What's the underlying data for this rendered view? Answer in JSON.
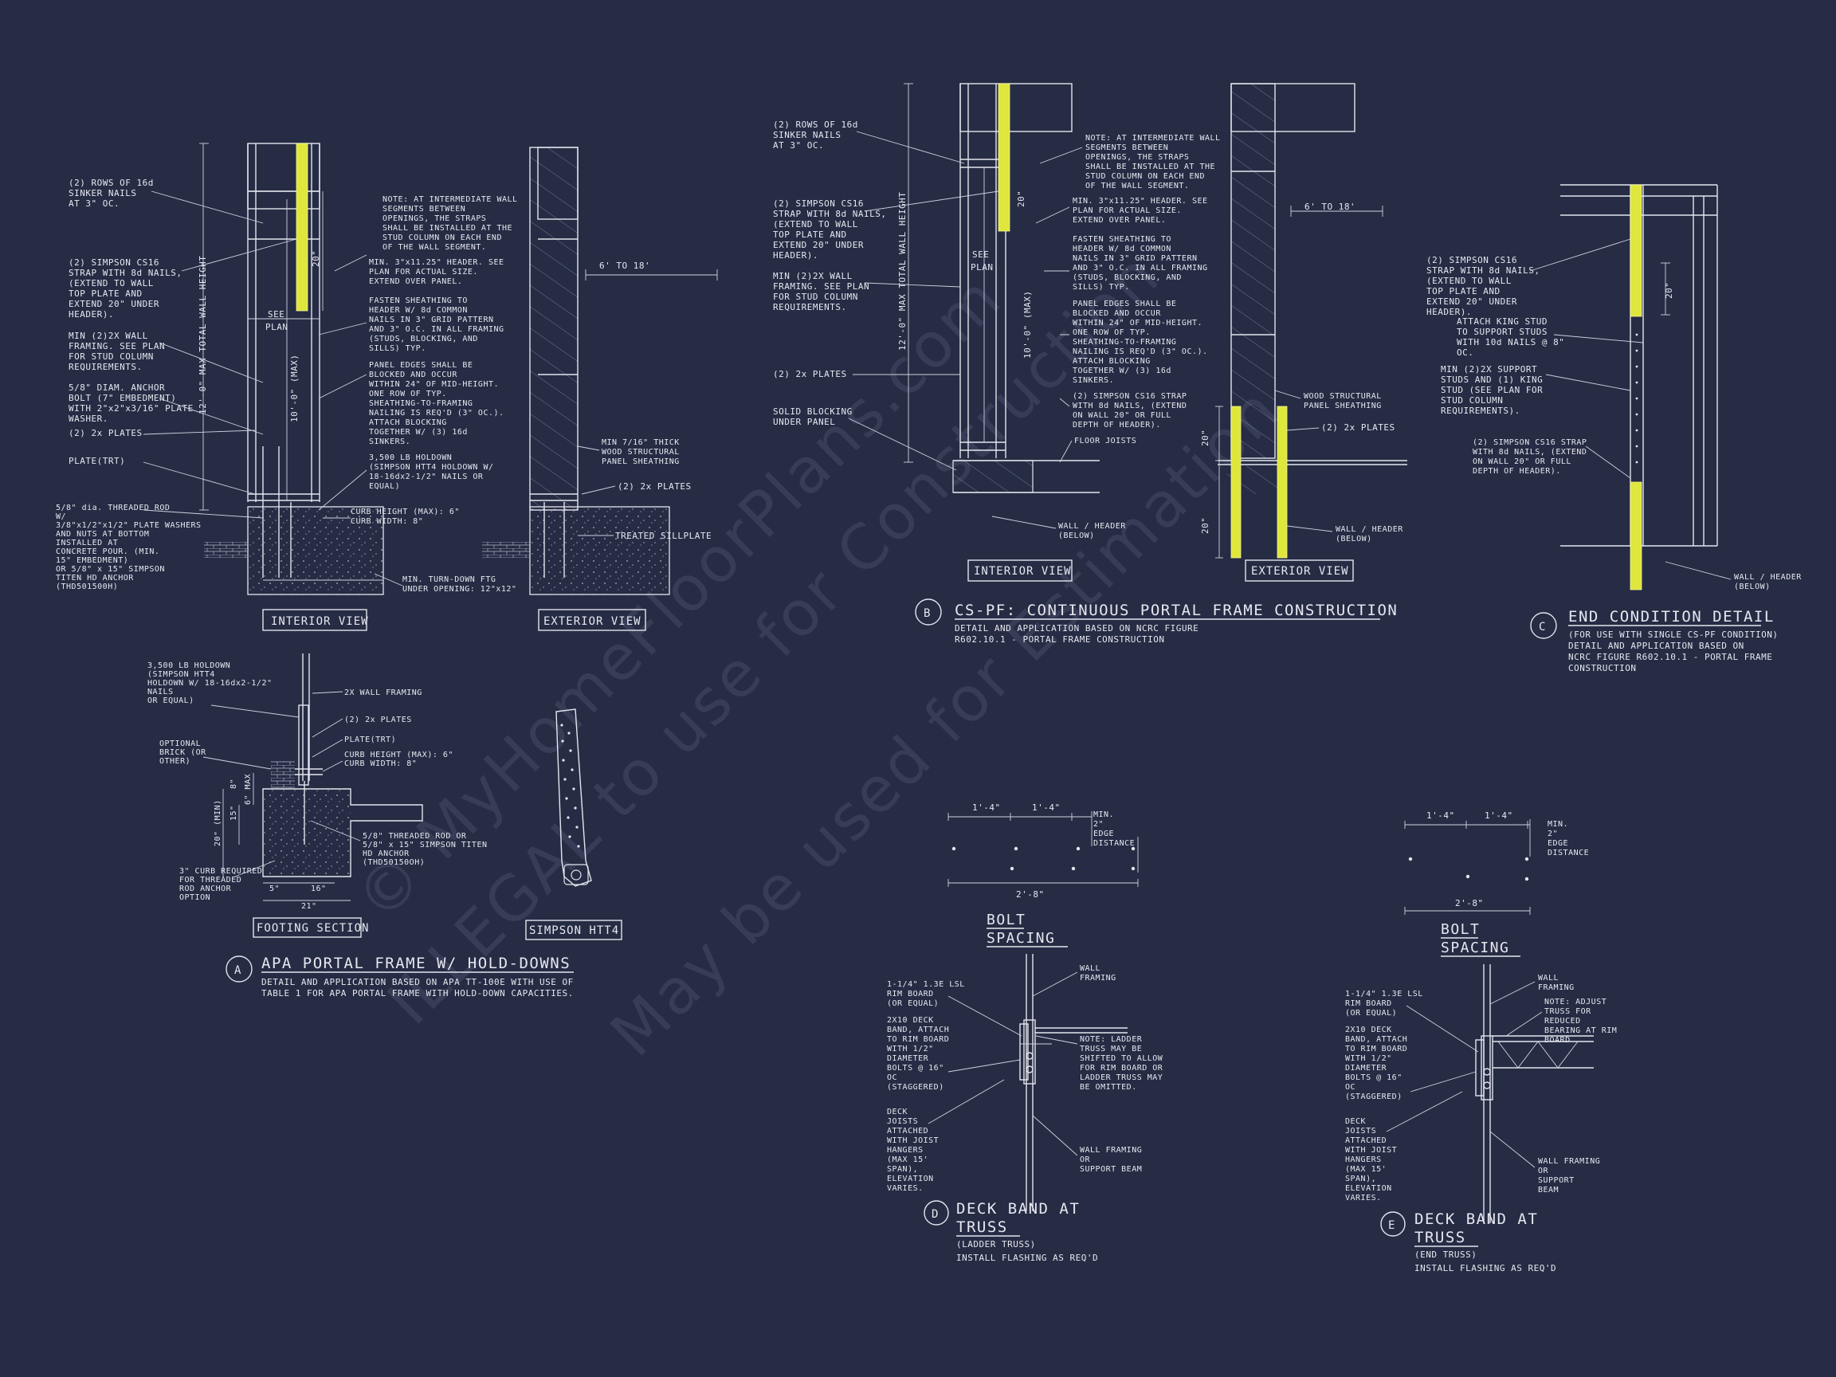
{
  "watermark": {
    "line1": "© MyHomeFloorPlans.com",
    "line2": "ILLEGAL to use for Construction",
    "line3": "May be used for Estimation"
  },
  "colors": {
    "background": "#262c44",
    "linework": "#e4e6ee",
    "strap_highlight": "#dfe63c"
  },
  "detail_a": {
    "marker": "A",
    "title": "APA PORTAL FRAME W/ HOLD-DOWNS",
    "subtitle_1": "DETAIL AND APPLICATION BASED ON APA TT-100E WITH USE OF",
    "subtitle_2": "TABLE 1 FOR APA PORTAL FRAME WITH HOLD-DOWN CAPACITIES.",
    "interior_label": "INTERIOR VIEW",
    "exterior_label": "EXTERIOR VIEW",
    "height_label": "12'-0\" MAX TOTAL WALL HEIGHT",
    "height_max": "10'-0\" (MAX)",
    "dim_20": "20\"",
    "span": "6' TO 18'",
    "see_plan_1": "SEE",
    "see_plan_2": "PLAN",
    "left_notes": [
      [
        "(2) ROWS OF 16d",
        "SINKER NAILS",
        "AT 3\" OC."
      ],
      [
        "(2) SIMPSON CS16",
        "STRAP WITH 8d NAILS,",
        "(EXTEND TO WALL",
        "TOP PLATE AND",
        "EXTEND 20\" UNDER",
        "HEADER)."
      ],
      [
        "MIN (2)2X WALL",
        "FRAMING. SEE PLAN",
        "FOR STUD COLUMN",
        "REQUIREMENTS."
      ],
      [
        "5/8\" DIAM. ANCHOR",
        "BOLT (7\" EMBEDMENT)",
        "WITH 2\"x2\"x3/16\" PLATE",
        "WASHER."
      ],
      [
        "(2) 2x PLATES"
      ],
      [
        "PLATE(TRT)"
      ],
      [
        "5/8\" dia. THREADED ROD",
        "W/",
        "3/8\"x1/2\"x1/2\" PLATE WASHERS",
        "AND NUTS AT BOTTOM",
        "INSTALLED AT",
        "CONCRETE POUR. (MIN.",
        "15\" EMBEDMENT)",
        "OR 5/8\" x 15\" SIMPSON",
        "TITEN HD ANCHOR",
        "(THD501500H)"
      ]
    ],
    "mid_notes": [
      [
        "NOTE: AT INTERMEDIATE WALL",
        "SEGMENTS BETWEEN",
        "OPENINGS, THE STRAPS",
        "SHALL BE INSTALLED AT THE",
        "STUD COLUMN ON EACH END",
        "OF THE WALL SEGMENT."
      ],
      [
        "MIN. 3\"x11.25\" HEADER. SEE",
        "PLAN FOR ACTUAL SIZE.",
        "EXTEND OVER PANEL."
      ],
      [
        "FASTEN SHEATHING TO",
        "HEADER W/ 8d COMMON",
        "NAILS IN 3\" GRID PATTERN",
        "AND 3\" O.C. IN ALL FRAMING",
        "(STUDS, BLOCKING, AND",
        "SILLS) TYP."
      ],
      [
        "PANEL EDGES SHALL BE",
        "BLOCKED AND OCCUR",
        "WITHIN 24\" OF MID-HEIGHT.",
        "ONE ROW OF TYP.",
        "SHEATHING-TO-FRAMING",
        "NAILING IS REQ'D (3\" OC.).",
        "ATTACH BLOCKING",
        "TOGETHER W/ (3) 16d",
        "SINKERS."
      ],
      [
        "3,500 LB HOLDOWN",
        "(SIMPSON HTT4 HOLDOWN W/",
        "18-16dx2-1/2\" NAILS OR",
        "EQUAL)"
      ],
      [
        "CURB HEIGHT (MAX): 6\"",
        "CURB WIDTH: 8\""
      ],
      [
        "MIN. TURN-DOWN FTG",
        "UNDER OPENING: 12\"x12\""
      ]
    ],
    "ext_notes": [
      [
        "MIN 7/16\" THICK",
        "WOOD STRUCTURAL",
        "PANEL SHEATHING"
      ],
      [
        "(2) 2x PLATES"
      ],
      [
        "TREATED SILLPLATE"
      ]
    ],
    "footing": {
      "label": "FOOTING SECTION",
      "notes": [
        [
          "3,500 LB HOLDOWN",
          "(SIMPSON HTT4",
          "HOLDOWN W/ 18-16dx2-1/2\"",
          "NAILS",
          "OR EQUAL)"
        ],
        [
          "OPTIONAL",
          "BRICK (OR",
          "OTHER)"
        ],
        [
          "2X WALL FRAMING"
        ],
        [
          "(2) 2x PLATES"
        ],
        [
          "PLATE(TRT)"
        ],
        [
          "CURB HEIGHT (MAX): 6\"",
          "CURB WIDTH: 8\""
        ],
        [
          "5/8\" THREADED ROD OR",
          "5/8\" x 15\" SIMPSON TITEN",
          "HD ANCHOR",
          "(THD50150OH)"
        ],
        [
          "3\" CURB REQUIRED",
          "FOR THREADED",
          "ROD ANCHOR",
          "OPTION"
        ]
      ],
      "dims": [
        "20\" (MIN)",
        "15\"",
        "8\"",
        "6\" MAX",
        "5\"",
        "16\"",
        "21\""
      ]
    },
    "htt4_label": "SIMPSON HTT4"
  },
  "detail_b": {
    "marker": "B",
    "title": "CS-PF: CONTINUOUS PORTAL FRAME CONSTRUCTION",
    "subtitle_1": "DETAIL AND APPLICATION BASED ON NCRC FIGURE",
    "subtitle_2": "R602.10.1 - PORTAL FRAME CONSTRUCTION",
    "interior_label": "INTERIOR VIEW",
    "exterior_label": "EXTERIOR VIEW",
    "height_label": "12'-0\" MAX TOTAL WALL HEIGHT",
    "height_max": "10'-0\" (MAX)",
    "dim_20": "20\"",
    "span": "6' TO 18'",
    "see_plan_1": "SEE",
    "see_plan_2": "PLAN",
    "left_notes": [
      [
        "(2) ROWS OF 16d",
        "SINKER NAILS",
        "AT 3\" OC."
      ],
      [
        "(2) SIMPSON CS16",
        "STRAP WITH 8d NAILS,",
        "(EXTEND TO WALL",
        "TOP PLATE AND",
        "EXTEND 20\" UNDER",
        "HEADER)."
      ],
      [
        "MIN (2)2X WALL",
        "FRAMING. SEE PLAN",
        "FOR STUD COLUMN",
        "REQUIREMENTS."
      ],
      [
        "(2) 2x PLATES"
      ],
      [
        "SOLID BLOCKING",
        "UNDER PANEL"
      ]
    ],
    "mid_notes": [
      [
        "NOTE: AT INTERMEDIATE WALL",
        "SEGMENTS BETWEEN",
        "OPENINGS, THE STRAPS",
        "SHALL BE INSTALLED AT THE",
        "STUD COLUMN ON EACH END",
        "OF THE WALL SEGMENT."
      ],
      [
        "MIN. 3\"x11.25\" HEADER. SEE",
        "PLAN FOR ACTUAL SIZE.",
        "EXTEND OVER PANEL."
      ],
      [
        "FASTEN SHEATHING TO",
        "HEADER W/ 8d COMMON",
        "NAILS IN 3\" GRID PATTERN",
        "AND 3\" O.C. IN ALL FRAMING",
        "(STUDS, BLOCKING, AND",
        "SILLS) TYP."
      ],
      [
        "PANEL EDGES SHALL BE",
        "BLOCKED AND OCCUR",
        "WITHIN 24\" OF MID-HEIGHT.",
        "ONE ROW OF TYP.",
        "SHEATHING-TO-FRAMING",
        "NAILING IS REQ'D (3\" OC.).",
        "ATTACH BLOCKING",
        "TOGETHER W/ (3) 16d",
        "SINKERS."
      ],
      [
        "(2) SIMPSON CS16 STRAP",
        "WITH 8d NAILS, (EXTEND",
        "ON WALL 20\" OR FULL",
        "DEPTH OF HEADER)."
      ],
      [
        "FLOOR JOISTS"
      ]
    ],
    "ext_notes": [
      [
        "WOOD STRUCTURAL",
        "PANEL SHEATHING"
      ],
      [
        "(2) 2x PLATES"
      ]
    ],
    "wall_header": [
      "WALL / HEADER",
      "(BELOW)"
    ]
  },
  "detail_c": {
    "marker": "C",
    "title": "END CONDITION DETAIL",
    "subtitle_1": "(FOR USE WITH SINGLE CS-PF CONDITION)",
    "subtitle_2": "DETAIL AND APPLICATION BASED ON",
    "subtitle_3": "NCRC FIGURE R602.10.1 - PORTAL FRAME",
    "subtitle_4": "CONSTRUCTION",
    "dim_20": "20\"",
    "notes": [
      [
        "(2) SIMPSON CS16",
        "STRAP WITH 8d NAILS,",
        "(EXTEND TO WALL",
        "TOP PLATE AND",
        "EXTEND 20\" UNDER",
        "HEADER)."
      ],
      [
        "ATTACH KING STUD",
        "TO SUPPORT STUDS",
        "WITH 10d NAILS @ 8\"",
        "OC."
      ],
      [
        "MIN (2)2X SUPPORT",
        "STUDS AND (1) KING",
        "STUD (SEE PLAN FOR",
        "STUD COLUMN",
        "REQUIREMENTS)."
      ],
      [
        "(2) SIMPSON CS16 STRAP",
        "WITH 8d NAILS, (EXTEND",
        "ON WALL 20\" OR FULL",
        "DEPTH OF HEADER)."
      ],
      [
        "WALL / HEADER",
        "(BELOW)"
      ]
    ]
  },
  "detail_d": {
    "marker": "D",
    "title_1": "DECK BAND AT",
    "title_2": "TRUSS",
    "subtitle_1": "(LADDER TRUSS)",
    "subtitle_2": "INSTALL FLASHING AS REQ'D",
    "bolt_title_1": "BOLT",
    "bolt_title_2": "SPACING",
    "dims": [
      "1'-4\"",
      "1'-4\"",
      "2'-8\""
    ],
    "edge": [
      "MIN.",
      "2\"",
      "EDGE",
      "DISTANCE"
    ],
    "notes": [
      [
        "WALL",
        "FRAMING"
      ],
      [
        "1-1/4\" 1.3E LSL",
        "RIM BOARD",
        "(OR EQUAL)"
      ],
      [
        "2X10 DECK",
        "BAND, ATTACH",
        "TO RIM BOARD",
        "WITH 1/2\"",
        "DIAMETER",
        "BOLTS @ 16\"",
        "OC",
        "(STAGGERED)"
      ],
      [
        "NOTE: LADDER",
        "TRUSS MAY BE",
        "SHIFTED TO ALLOW",
        "FOR RIM BOARD OR",
        "LADDER TRUSS MAY",
        "BE OMITTED."
      ],
      [
        "DECK",
        "JOISTS",
        "ATTACHED",
        "WITH JOIST",
        "HANGERS",
        "(MAX 15'",
        "SPAN),",
        "ELEVATION",
        "VARIES."
      ],
      [
        "WALL FRAMING",
        "OR",
        "SUPPORT BEAM"
      ]
    ]
  },
  "detail_e": {
    "marker": "E",
    "title_1": "DECK BAND AT",
    "title_2": "TRUSS",
    "subtitle_1": "(END TRUSS)",
    "subtitle_2": "INSTALL FLASHING AS REQ'D",
    "bolt_title_1": "BOLT",
    "bolt_title_2": "SPACING",
    "dims": [
      "1'-4\"",
      "1'-4\"",
      "2'-8\""
    ],
    "edge": [
      "MIN.",
      "2\"",
      "EDGE",
      "DISTANCE"
    ],
    "notes": [
      [
        "WALL",
        "FRAMING"
      ],
      [
        "1-1/4\" 1.3E LSL",
        "RIM BOARD",
        "(OR EQUAL)"
      ],
      [
        "NOTE: ADJUST",
        "TRUSS FOR",
        "REDUCED",
        "BEARING AT RIM",
        "BOARD"
      ],
      [
        "2X10 DECK",
        "BAND, ATTACH",
        "TO RIM BOARD",
        "WITH 1/2\"",
        "DIAMETER",
        "BOLTS @ 16\"",
        "OC",
        "(STAGGERED)"
      ],
      [
        "DECK",
        "JOISTS",
        "ATTACHED",
        "WITH JOIST",
        "HANGERS",
        "(MAX 15'",
        "SPAN),",
        "ELEVATION",
        "VARIES."
      ],
      [
        "WALL FRAMING",
        "OR",
        "SUPPORT",
        "BEAM"
      ]
    ]
  }
}
